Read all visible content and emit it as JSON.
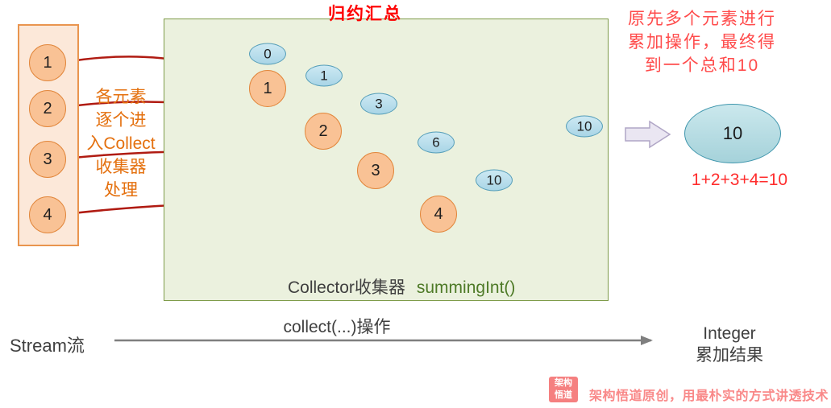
{
  "title": "归约汇总",
  "stream_box": {
    "items": [
      "1",
      "2",
      "3",
      "4"
    ]
  },
  "side_note": {
    "lines": [
      "各元素",
      "逐个进",
      "入Collect",
      "收集器",
      "处理"
    ]
  },
  "collector": {
    "name_label": "Collector收集器",
    "method_label": "summingInt()",
    "seed": "0",
    "steps": [
      {
        "element": "1",
        "result": "1"
      },
      {
        "element": "2",
        "result": "3"
      },
      {
        "element": "3",
        "result": "6"
      },
      {
        "element": "4",
        "result": "10"
      }
    ],
    "output": "10"
  },
  "result_panel": {
    "note_lines": [
      "原先多个元素进行",
      "累加操作，最终得",
      "到一个总和10"
    ],
    "final_value": "10",
    "equation": "1+2+3+4=10"
  },
  "bottom": {
    "stream_label": "Stream流",
    "operation_label": "collect(...)操作",
    "result_type_lines": [
      "Integer",
      "累加结果"
    ]
  },
  "watermark": {
    "logo_lines": [
      "架构",
      "悟道"
    ],
    "text": "架构悟道原创，用最朴实的方式讲透技术"
  },
  "colors": {
    "title_red": "#fe0000",
    "note_red": "#ff4b4b",
    "orange_text": "#e4700e",
    "arrow_red": "#b01b12",
    "green_box_bg": "#ebf1de",
    "green_box_border": "#7e9b49",
    "element_fill": "#f9c295",
    "element_border": "#e2873c",
    "accumulator_fill": "#b9dfec",
    "accumulator_border": "#549db8",
    "method_green": "#4e7a27",
    "watermark_pink": "#f58080"
  }
}
